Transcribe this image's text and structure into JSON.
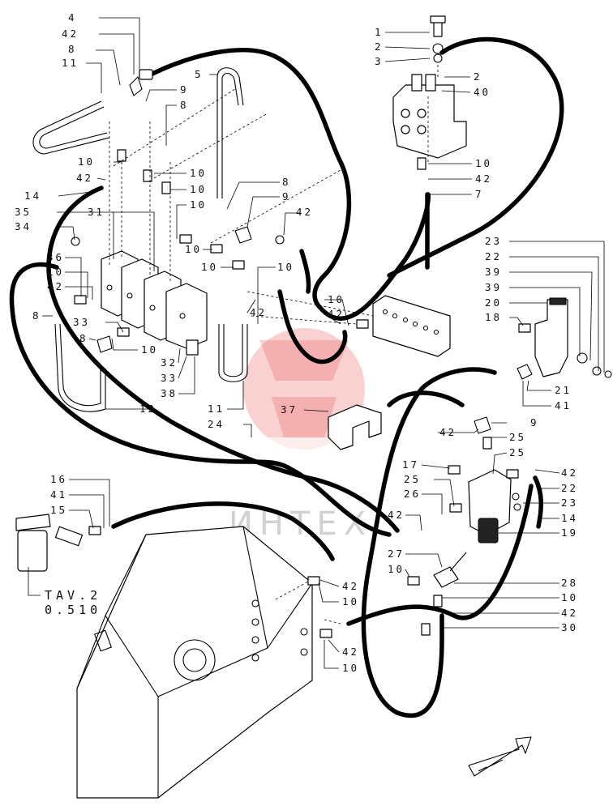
{
  "diagram": {
    "watermark_text": "ИНТЕХ",
    "reference": {
      "line1": "TAV.2",
      "line2": "0.510"
    },
    "labels": {
      "l_4": "4",
      "l_42a": "42",
      "l_8a": "8",
      "l_11a": "11",
      "l_5": "5",
      "l_9a": "9",
      "l_8b": "8",
      "l_10a": "10",
      "l_42b": "42",
      "l_10b": "10",
      "l_10c": "10",
      "l_14a": "14",
      "l_35": "35",
      "l_31": "31",
      "l_34": "34",
      "l_10d": "10",
      "l_8c": "8",
      "l_9b": "9",
      "l_42c": "42",
      "l_10e": "10",
      "l_10f": "10",
      "l_10g": "10",
      "l_36": "36",
      "l_10h": "10",
      "l_42d": "42",
      "l_8d": "8",
      "l_33a": "33",
      "l_8e": "8",
      "l_10i": "10",
      "l_32": "32",
      "l_33b": "33",
      "l_38": "38",
      "l_42e": "42",
      "l_10j": "10",
      "l_42f": "42",
      "l_11b": "11",
      "l_12": "12",
      "l_24": "24",
      "l_37": "37",
      "l_1": "1",
      "l_2a": "2",
      "l_3": "3",
      "l_2b": "2",
      "l_40": "40",
      "l_10k": "10",
      "l_42g": "42",
      "l_7": "7",
      "l_23a": "23",
      "l_22a": "22",
      "l_39a": "39",
      "l_39b": "39",
      "l_20": "20",
      "l_18": "18",
      "l_21": "21",
      "l_41a": "41",
      "l_9c": "9",
      "l_42h": "42",
      "l_25a": "25",
      "l_25b": "25",
      "l_17": "17",
      "l_42i": "42",
      "l_25c": "25",
      "l_22b": "22",
      "l_26": "26",
      "l_23b": "23",
      "l_42j": "42",
      "l_14b": "14",
      "l_19": "19",
      "l_27": "27",
      "l_10l": "10",
      "l_28": "28",
      "l_10m": "10",
      "l_42k": "42",
      "l_30": "30",
      "l_16": "16",
      "l_41b": "41",
      "l_15": "15",
      "l_42l": "42",
      "l_10n": "10",
      "l_42m": "42",
      "l_10o": "10"
    }
  }
}
